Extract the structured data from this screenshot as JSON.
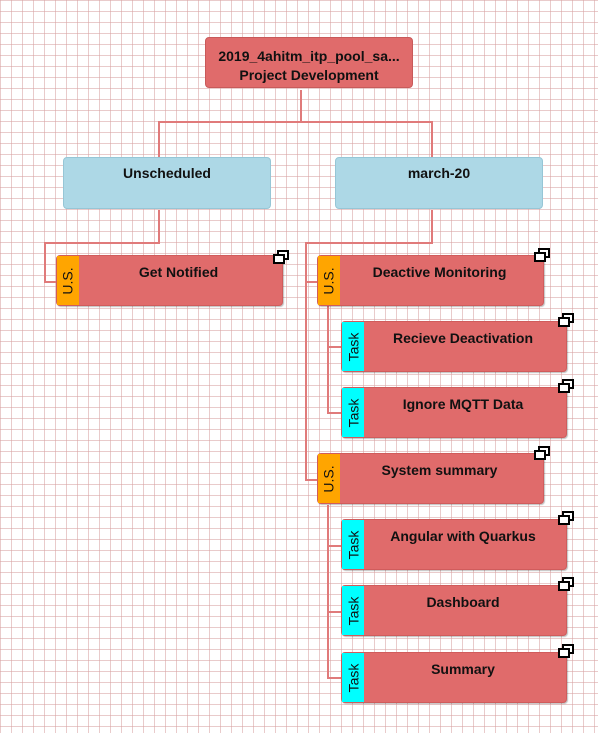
{
  "colors": {
    "story": "#e06b6b",
    "sprint": "#add8e6",
    "user_story_tag": "#ffa500",
    "task_tag": "#00ffff",
    "connector": "#e07a7a"
  },
  "root": {
    "title": "2019_4ahitm_itp_pool_sa...",
    "subtitle": "Project Development"
  },
  "sprints": [
    {
      "label": "Unscheduled"
    },
    {
      "label": "march-20"
    }
  ],
  "items": [
    {
      "type": "U.S.",
      "title": "Get Notified",
      "icon": "expand-icon"
    },
    {
      "type": "U.S.",
      "title": "Deactive Monitoring",
      "icon": "expand-icon"
    },
    {
      "type": "Task",
      "title": "Recieve Deactivation",
      "icon": "expand-icon"
    },
    {
      "type": "Task",
      "title": "Ignore MQTT Data",
      "icon": "expand-icon"
    },
    {
      "type": "U.S.",
      "title": "System summary",
      "icon": "expand-icon"
    },
    {
      "type": "Task",
      "title": "Angular with Quarkus",
      "icon": "expand-icon"
    },
    {
      "type": "Task",
      "title": "Dashboard",
      "icon": "expand-icon"
    },
    {
      "type": "Task",
      "title": "Summary",
      "icon": "expand-icon"
    }
  ]
}
